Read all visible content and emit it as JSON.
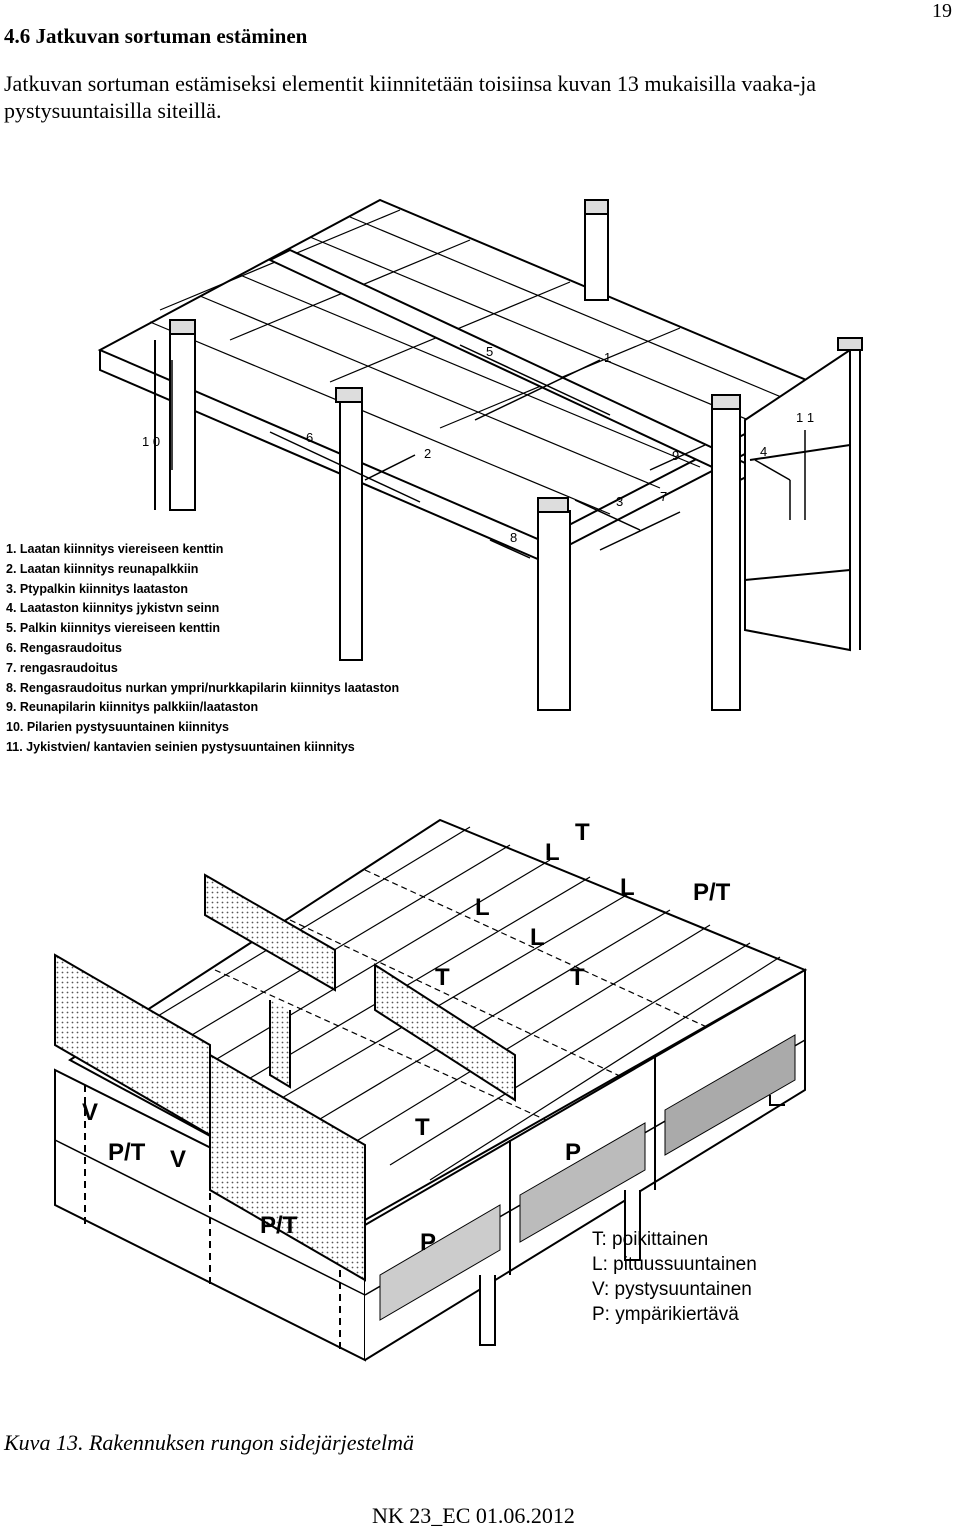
{
  "page": {
    "heading": "4.6 Jatkuvan sortuman estäminen",
    "page_number": "19",
    "intro": "Jatkuvan sortuman estämiseksi elementit kiinnitetään toisiinsa kuvan 13 mukaisilla vaaka-ja pystysuuntaisilla siteillä.",
    "caption": "Kuva 13. Rakennuksen  rungon sidejärjestelmä",
    "footer": "NK 23_EC  01.06.2012"
  },
  "figure_top": {
    "labels": [
      "1",
      "2",
      "3",
      "4",
      "5",
      "6",
      "7",
      "8",
      "9",
      "10",
      "11"
    ],
    "label_text": {
      "l1": "1",
      "l2": "2",
      "l3": "3",
      "l4": "4",
      "l5": "5",
      "l6": "6",
      "l7": "7",
      "l8": "8",
      "l9": "9",
      "l10": "1 0",
      "l11": "1 1"
    },
    "legend": [
      "1. Laatan kiinnitys viereiseen kenttin",
      "2. Laatan kiinnitys reunapalkkiin",
      "3. Ptypalkin kiinnitys laataston",
      "4. Laataston kiinnitys jykistvn seinn",
      "5. Palkin kiinnitys viereiseen kenttin",
      "6. Rengasraudoitus",
      "7. rengasraudoitus",
      "8. Rengasraudoitus nurkan ympri/nurkkapilarin kiinnitys laataston",
      "9. Reunapilarin kiinnitys palkkiin/laataston",
      "10. Pilarien pystysuuntainen kiinnitys",
      "11. Jykistvien/ kantavien seinien pystysuuntainen kiinnitys"
    ]
  },
  "figure_bottom": {
    "marks": {
      "l": "L",
      "t": "T",
      "pt": "P/T",
      "v": "V",
      "p": "P"
    },
    "legend": [
      "T: poikittainen",
      "L: pituussuuntainen",
      "V: pystysuuntainen",
      "P: ympärikiertävä"
    ]
  }
}
